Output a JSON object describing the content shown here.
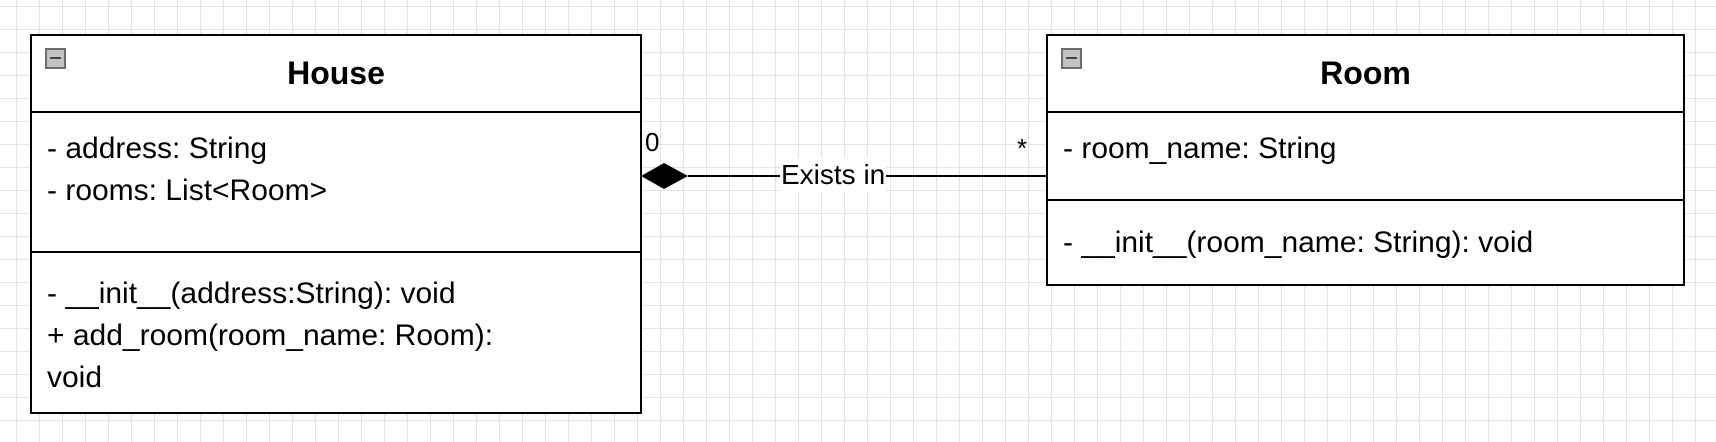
{
  "house": {
    "title": "House",
    "attributes": [
      "- address: String",
      "- rooms: List<Room>"
    ],
    "methods": [
      "- __init__(address:String): void",
      "+ add_room(room_name: Room):",
      "void"
    ]
  },
  "room": {
    "title": "Room",
    "attributes": [
      "- room_name: String"
    ],
    "methods": [
      "- __init__(room_name: String): void"
    ]
  },
  "association": {
    "label": "Exists in",
    "multiplicity_house": "0",
    "multiplicity_room": "*"
  }
}
